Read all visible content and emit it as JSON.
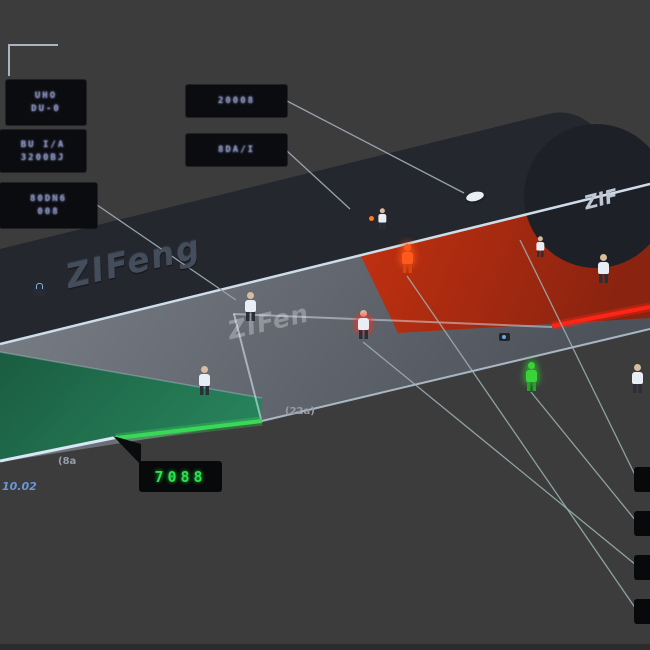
{
  "scene": {
    "background": "#3c3c3c",
    "brand_main": "ZIFeng",
    "brand_court": "ZIFen",
    "brand_cap": "ZIF"
  },
  "colors": {
    "band": "#24272d",
    "band_cap": "#1d2026",
    "court_left": "#7e838b",
    "court_right": "#4d525a",
    "zone_red": "#c23110",
    "zone_red_edge": "#ff2516",
    "zone_green": "#23774f",
    "zone_green_edge": "#38d957",
    "edge_line": "#d8e7f5",
    "leader_line": "#9db3b3",
    "figure_white": "#e9eef6",
    "figure_orange": "#ff5a1e",
    "figure_green": "#38d438",
    "callout_bg": "#0b0c10",
    "callout_text": "#8d96c2",
    "scoreboard_text": "#2be24c"
  },
  "callouts": {
    "left": [
      {
        "lines": [
          "UHO",
          "DU-0"
        ]
      },
      {
        "lines": [
          "BU I/A",
          "3200BJ"
        ]
      },
      {
        "lines": [
          "80DN6",
          "008"
        ]
      }
    ],
    "mid": [
      {
        "lines": [
          "20008"
        ]
      },
      {
        "lines": [
          "8DA/I"
        ]
      }
    ],
    "scoreboard": {
      "digits": "7088"
    }
  },
  "field_labels": {
    "dist_a": "(22a)",
    "dist_b": "(8a",
    "corner_value": "10.02"
  },
  "figures": [
    {
      "id": "player-1",
      "style": "white"
    },
    {
      "id": "player-2",
      "style": "white"
    },
    {
      "id": "player-highlight-orange",
      "style": "orange"
    },
    {
      "id": "player-highlight-red",
      "style": "red-outline"
    },
    {
      "id": "player-3",
      "style": "white-small"
    },
    {
      "id": "player-4",
      "style": "white"
    },
    {
      "id": "player-green",
      "style": "green"
    },
    {
      "id": "player-5",
      "style": "white"
    },
    {
      "id": "runner-small",
      "style": "white-small"
    }
  ]
}
